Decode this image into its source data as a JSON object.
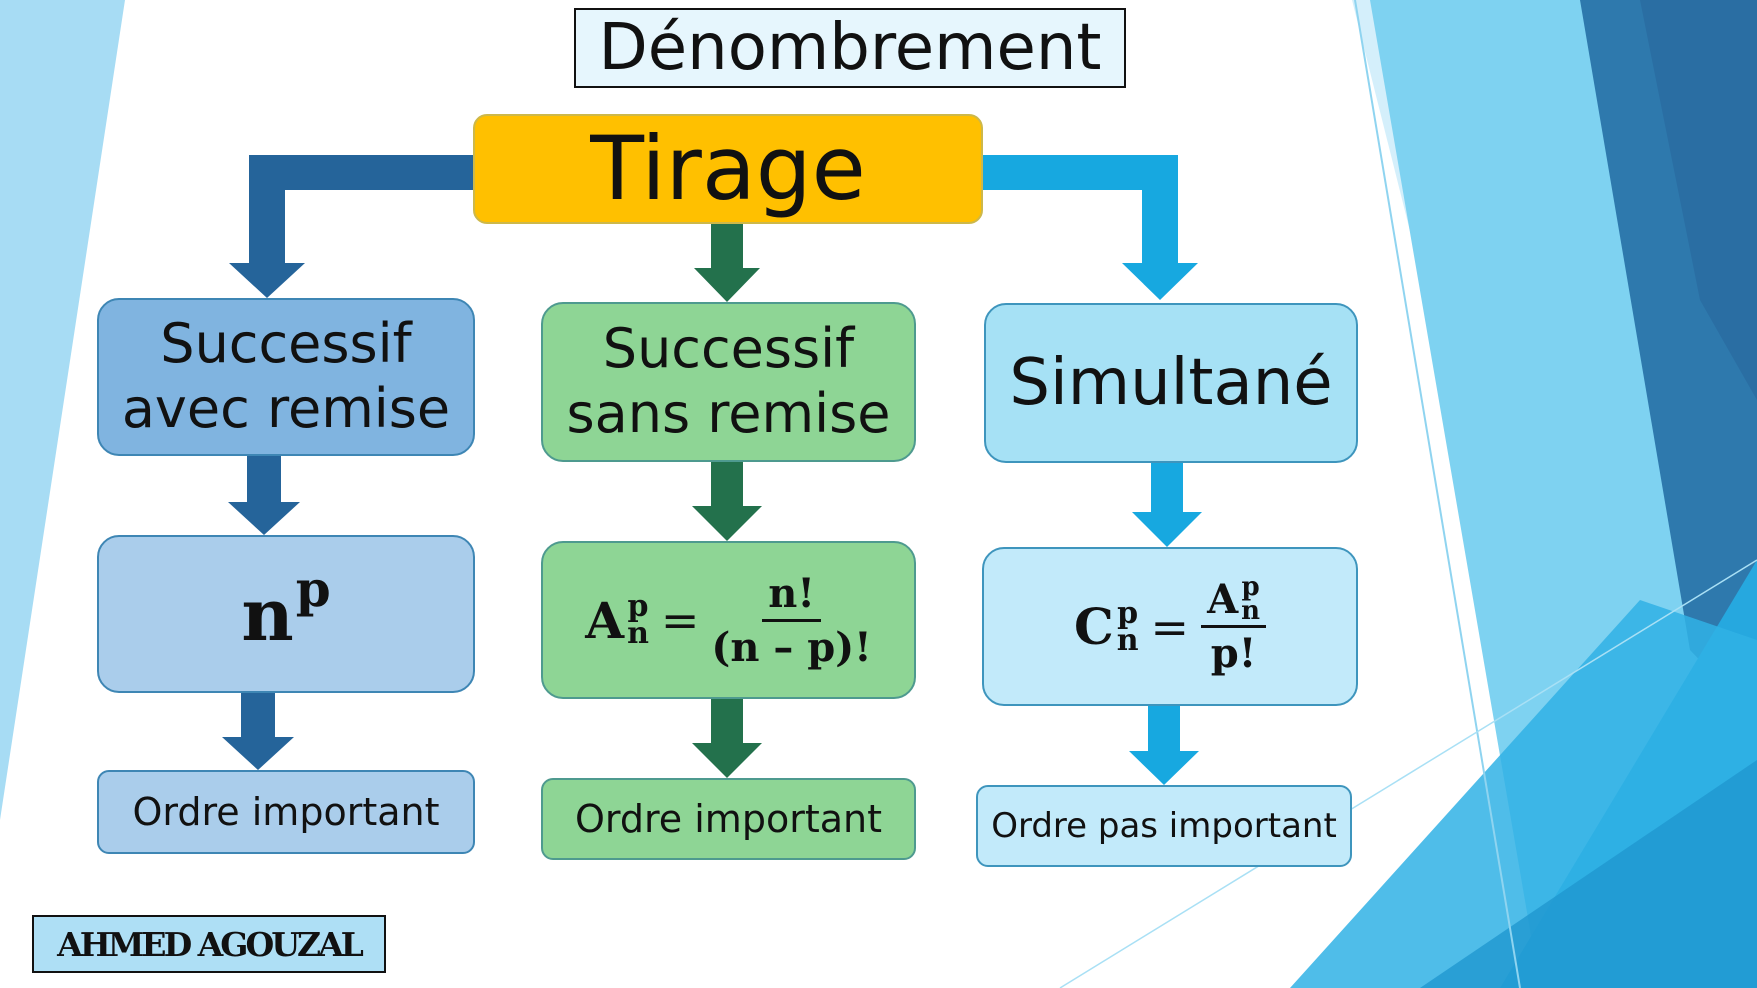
{
  "title": "Dénombrement",
  "root": "Tirage",
  "colors": {
    "root": "#ffc000",
    "branch_1": "#25649a",
    "branch_2": "#23714c",
    "branch_3": "#17a8e0"
  },
  "branches": [
    {
      "type_line1": "Successif",
      "type_line2": "avec remise",
      "formula": {
        "base": "n",
        "exponent": "p"
      },
      "order": "Ordre important"
    },
    {
      "type_line1": "Successif",
      "type_line2": "sans remise",
      "formula": {
        "symbol": "A",
        "sup": "p",
        "sub": "n",
        "eq": "=",
        "numerator": "n!",
        "denominator": "(n – p)!"
      },
      "order": "Ordre important"
    },
    {
      "type_line1": "Simultané",
      "formula": {
        "symbol": "C",
        "sup": "p",
        "sub": "n",
        "eq": "=",
        "num_symbol": "A",
        "num_sup": "p",
        "num_sub": "n",
        "denominator": "p!"
      },
      "order": "Ordre pas important"
    }
  ],
  "author": "AHMED AGOUZAL"
}
